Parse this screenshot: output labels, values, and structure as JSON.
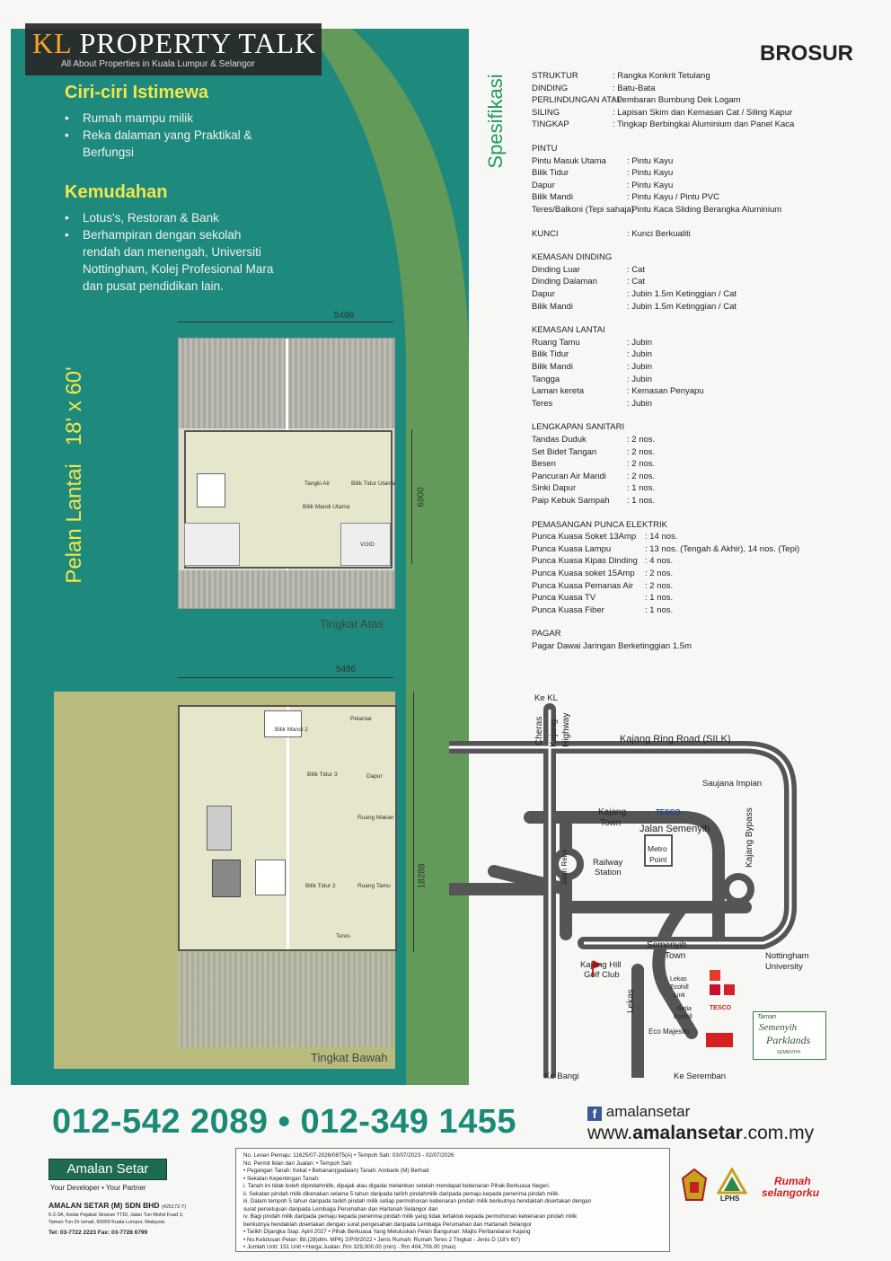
{
  "logo": {
    "title_kl": "KL",
    "title_rest": "PROPERTY TALK",
    "tagline": "All About Properties in Kuala Lumpur & Selangor"
  },
  "brosur": "BROSUR",
  "features": {
    "title": "Ciri-ciri Istimewa",
    "items": [
      "Rumah mampu milik",
      "Reka dalaman yang Praktikal &",
      "Berfungsi"
    ]
  },
  "amenities": {
    "title": "Kemudahan",
    "items": [
      "Lotus's, Restoran & Bank",
      "Berhampiran dengan sekolah",
      "rendah dan menengah, Universiti",
      "Nottingham, Kolej Profesional Mara",
      "dan pusat pendidikan lain."
    ]
  },
  "floor_plan": {
    "vertical_label": "Pelan Lantai",
    "size": "18' x 60'",
    "upper": {
      "caption": "Tingkat Atas",
      "width": "5486",
      "depth": "6900",
      "rooms": [
        "Tangki Air",
        "Bilik Tidur Utama",
        "Bilik Mandi Utama",
        "VOID"
      ]
    },
    "lower": {
      "caption": "Tingkat Bawah",
      "width": "5486",
      "depth": "18288",
      "rooms": [
        "Bilik Mandi 2",
        "Pelantar",
        "Bilik Tidur 3",
        "Dapur",
        "Ruang Makan",
        "Bilik Tidur 2",
        "Ruang Tamu",
        "Teres"
      ]
    }
  },
  "spec_title": "Spesifikasi",
  "spec": {
    "general": [
      [
        "STRUKTUR",
        "Rangka Konkrit Tetulang"
      ],
      [
        "DINDING",
        "Batu-Bata"
      ],
      [
        "PERLINDUNGAN ATAP",
        "Lembaran Bumbung Dek Logam"
      ],
      [
        "SILING",
        "Lapisan Skim dan Kemasan Cat / Siling Kapur"
      ],
      [
        "TINGKAP",
        "Tingkap Berbingkai Aluminium dan Panel Kaca"
      ]
    ],
    "pintu": {
      "title": "PINTU",
      "rows": [
        [
          "Pintu Masuk Utama",
          "Pintu Kayu"
        ],
        [
          "Bilik Tidur",
          "Pintu Kayu"
        ],
        [
          "Dapur",
          "Pintu Kayu"
        ],
        [
          "Bilik Mandi",
          "Pintu Kayu / Pintu PVC"
        ],
        [
          "Teres/Balkoni (Tepi sahaja)",
          "Pintu Kaca Sliding Berangka Aluminium"
        ]
      ]
    },
    "kunci": {
      "title": "KUNCI",
      "value": "Kunci Berkualiti"
    },
    "dinding": {
      "title": "KEMASAN DINDING",
      "rows": [
        [
          "Dinding Luar",
          "Cat"
        ],
        [
          "Dinding Dalaman",
          "Cat"
        ],
        [
          "Dapur",
          "Jubin 1.5m Ketinggian / Cat"
        ],
        [
          "Bilik Mandi",
          "Jubin 1.5m Ketinggian / Cat"
        ]
      ]
    },
    "lantai": {
      "title": "KEMASAN LANTAI",
      "rows": [
        [
          "Ruang Tamu",
          "Jubin"
        ],
        [
          "Bilik Tidur",
          "Jubin"
        ],
        [
          "Bilik Mandi",
          "Jubin"
        ],
        [
          "Tangga",
          "Jubin"
        ],
        [
          "Laman kereta",
          "Kemasan Penyapu"
        ],
        [
          "Teres",
          "Jubin"
        ]
      ]
    },
    "sanitari": {
      "title": "LENGKAPAN SANITARI",
      "rows": [
        [
          "Tandas Duduk",
          "2 nos."
        ],
        [
          "Set Bidet Tangan",
          "2 nos."
        ],
        [
          "Besen",
          "2 nos."
        ],
        [
          "Pancuran Air Mandi",
          "2 nos."
        ],
        [
          "Sinki Dapur",
          "1 nos."
        ],
        [
          "Paip Kebuk Sampah",
          "1 nos."
        ]
      ]
    },
    "elektrik": {
      "title": "PEMASANGAN PUNCA ELEKTRIK",
      "rows": [
        [
          "Punca Kuasa Soket 13Amp",
          "14 nos."
        ],
        [
          "Punca Kuasa Lampu",
          "13 nos. (Tengah & Akhir), 14 nos. (Tepi)"
        ],
        [
          "Punca Kuasa Kipas Dinding",
          "4 nos."
        ],
        [
          "Punca Kuasa soket 15Amp",
          "2 nos."
        ],
        [
          "Punca Kuasa Pemanas Air",
          "2 nos."
        ],
        [
          "Punca Kuasa TV",
          "1 nos."
        ],
        [
          "Punca Kuasa Fiber",
          "1 nos."
        ]
      ]
    },
    "pagar": {
      "title": "PAGAR",
      "value": "Pagar Dawai Jaringan Berketinggian 1.5m"
    }
  },
  "map": {
    "ke_kl": "Ke KL",
    "cheras": "Cheras",
    "kajang_hw": "Kajang",
    "highway": "Highway",
    "silk": "Kajang Ring Road (SILK)",
    "saujana": "Saujana Impian",
    "tesco": "TESCO",
    "kajang_town1": "Kajang",
    "kajang_town2": "Town",
    "jalan_semenyih": "Jalan Semenyih",
    "jalan_reko": "Jalan Reko",
    "railway1": "Railway",
    "railway2": "Station",
    "metro1": "Metro",
    "metro2": "Point",
    "bypass": "Kajang Bypass",
    "nottingham1": "Nottingham",
    "nottingham2": "University",
    "semenyih1": "Semenyih",
    "semenyih2": "Town",
    "golf1": "Kajang Hill",
    "golf2": "Golf Club",
    "lekas_road": "Lekas",
    "ecohill1": "Lekas",
    "ecohill2": "Ecohill",
    "ecohill3": "Link",
    "setia1": "Setia",
    "setia2": "Ecohill",
    "tesco2": "TESCO",
    "ecomajestic": "Eco Majestic",
    "taman1": "Taman",
    "taman2": "Semenyih",
    "taman3": "Parklands",
    "taman4": "SEMENYIH",
    "ke_bangi": "Ke Bangi",
    "ke_seremban": "Ke Seremban"
  },
  "contact": {
    "phones": "012-542 2089 • 012-349 1455",
    "facebook": "amalansetar",
    "web_pre": "www.",
    "web_bold": "amalansetar",
    "web_post": ".com.my"
  },
  "company": {
    "logo": "Amalan Setar",
    "slogan": "Your Developer • Your Partner",
    "name": "AMALAN SETAR (M) SDN BHD",
    "reg": "(425172-T)",
    "addr1": "6-2-3A, Kedai Pejabat Sinaran TTDI, Jalan Tun Mohd Fuad 3,",
    "addr2": "Taman Tun Dr Ismail, 60000 Kuala Lumpur, Malaysia",
    "tel": "Tel: 03-7722 2223   Fax: 03-7728 6799"
  },
  "legal": [
    "No. Lesen Pemaju: 11625/07-2026/0875(A)  • Tempoh Sah: 03/07/2023 - 02/07/2026",
    "No. Permit Iklan dan Jualan:                     • Tempoh Sah:",
    "• Pegangan Tanah: Kekal                              • Bebanan(gadaian) Tanah: Ambank (M) Berhad",
    "• Sekatan Kepentingan Tanah:",
    "i.   Tanah ini tidak boleh dipindahmilik, dipajak atau digadai melainkan setelah mendapat kebenaran Pihak Berkuasa Negeri.",
    "ii.  Sekatan pindah milik dikenakan selama 5 tahun daripada tarikh pindahmilik daripada pemaju kepada penerima pindah milik.",
    "iii. Dalam tempoh 5 tahun daripada tarikh pindah milik setiap permohonan kebenaran pindah milik berikutnya hendaklah disertakan dengan",
    "     surat persetujuan daripada Lembaga Perumahan dan Hartanah Selangor dan",
    "iv. Bagi pindah milik daripada pemaju kepada penerima pindah milik yang tidak tertakluk kepada permohonan kebenaran pindah milik",
    "     berikutnya hendaklah disertakan dengan surat pengesahan daripada Lembaga Perumahan dan Hartanah Selangor",
    "• Tarikh Dijangka Siap: April 2027  • Pihak Berkuasa Yang Meluluskan Pelan Bangunan: Majlis Perbandaran Kajang",
    "• No.Kelulusan Pelan: Bil.(28)dlm. MPKj 2/P/9/2022  • Jenis Rumah: Rumah Teres 2 Tingkat - Jenis D (18'x 60')",
    "• Jumlah Unit:  151 Unit  •  Harga Jualan:  Rm 329,000.00 (min) - Rm 404,706.00 (max)"
  ],
  "badges": {
    "lphs": "LPHS",
    "rumah1": "Rumah",
    "rumah2": "selangorku"
  },
  "colors": {
    "green": "#1e8a7d",
    "yellow": "#f4e64a",
    "phone_green": "#1a8a76",
    "olive": "#9aa83c"
  }
}
